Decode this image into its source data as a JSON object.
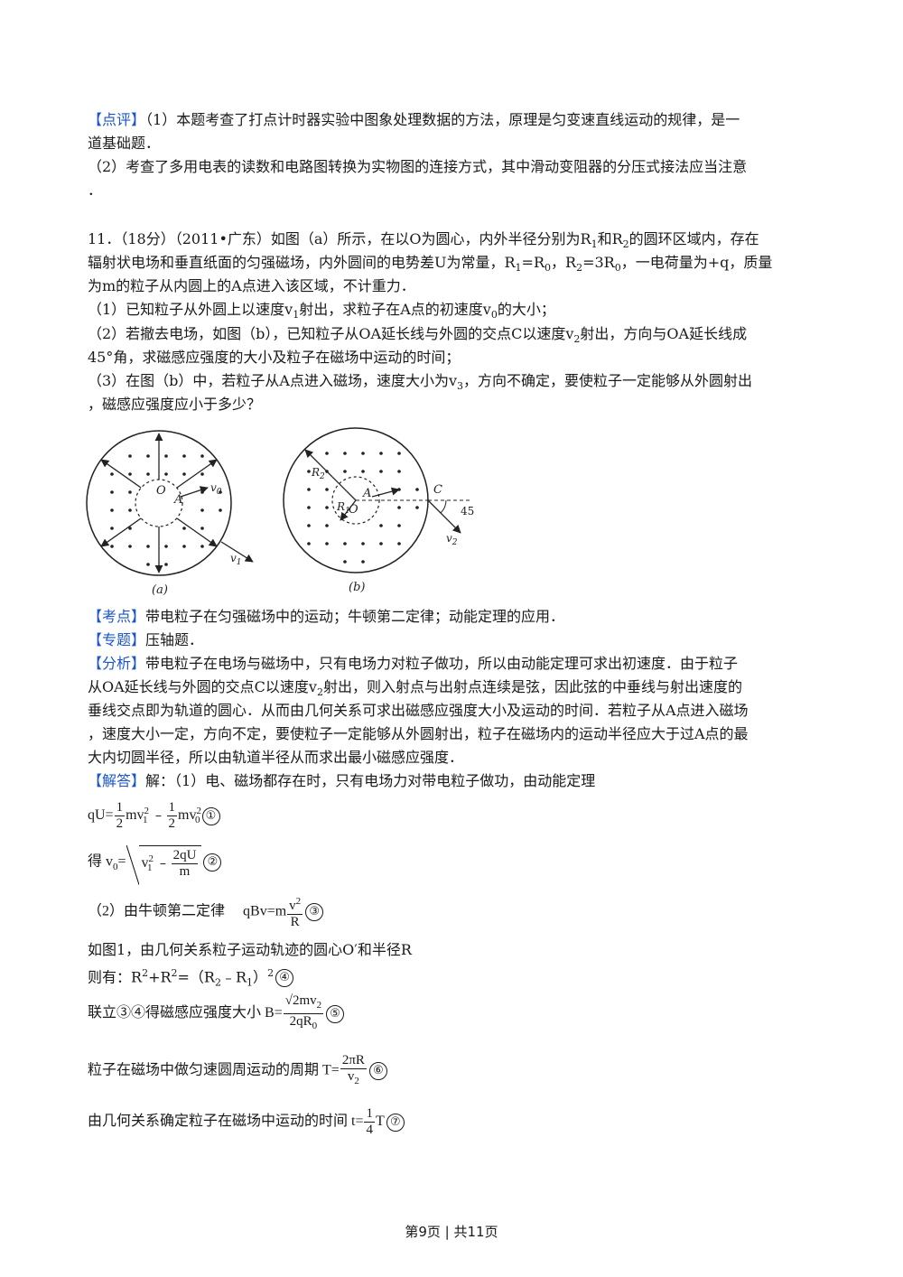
{
  "review": {
    "tag": "【点评】",
    "line1": "（1）本题考查了打点计时器实验中图象处理数据的方法，原理是匀变速直线运动的规律，是一",
    "line2": "道基础题．",
    "line3": "（2）考查了多用电表的读数和电路图转换为实物图的连接方式，其中滑动变阻器的分压式接法应当注意",
    "line4": "．"
  },
  "problem": {
    "number": "11．（18分）（2011•广东）如图（a）所示，在以O为圆心，内外半径分别为R",
    "l1_b": "和R",
    "l1_c": "的圆环区域内，存在",
    "line2a": "辐射状电场和垂直纸面的匀强磁场，内外圆间的电势差U为常量，R",
    "line2b": "=R",
    "line2c": "，R",
    "line2d": "=3R",
    "line2e": "，一电荷量为+q，质量",
    "line3": "为m的粒子从内圆上的A点进入该区域，不计重力．",
    "q1a": "（1）已知粒子从外圆上以速度v",
    "q1b": "射出，求粒子在A点的初速度v",
    "q1c": "的大小；",
    "q2a": "（2）若撤去电场，如图（b），已知粒子从OA延长线与外圆的交点C以速度v",
    "q2b": "射出，方向与OA延长线成",
    "q2c": "45°角，求磁感应强度的大小及粒子在磁场中运动的时间；",
    "q3a": "（3）在图（b）中，若粒子从A点进入磁场，速度大小为v",
    "q3b": "，方向不确定，要使粒子一定能够从外圆射出",
    "q3c": "，磁感应强度应小于多少？"
  },
  "figure": {
    "a_label": "(a)",
    "b_label": "(b)",
    "O": "O",
    "A": "A",
    "C": "C",
    "v0": "v",
    "v1": "v",
    "v2": "v",
    "R1": "R",
    "R2": "R",
    "angle": "45"
  },
  "analysis": {
    "kaodian_tag": "【考点】",
    "kaodian": "带电粒子在匀强磁场中的运动；牛顿第二定律；动能定理的应用．",
    "zhuanti_tag": "【专题】",
    "zhuanti": "压轴题．",
    "fenxi_tag": "【分析】",
    "fenxi1": "带电粒子在电场与磁场中，只有电场力对粒子做功，所以由动能定理可求出初速度．由于粒子",
    "fenxi2a": "从OA延长线与外圆的交点C以速度v",
    "fenxi2b": "射出，则入射点与出射点连续是弦，因此弦的中垂线与射出速度的",
    "fenxi3": "垂线交点即为轨道的圆心．从而由几何关系可求出磁感应强度大小及运动的时间．若粒子从A点进入磁场",
    "fenxi4": "，速度大小一定，方向不定，要使粒子一定能够从外圆射出，粒子在磁场内的运动半径应大于过A点的最",
    "fenxi5": "大内切圆半径，所以由轨道半径从而求出最小磁感应强度．",
    "jieda_tag": "【解答】",
    "jieda": "解：（1）电、磁场都存在时，只有电场力对带电粒子做功，由动能定理"
  },
  "solution": {
    "eq1_left": "qU=",
    "eq2_prefix": "得",
    "part2": "（2）由牛顿第二定律",
    "fig1": "如图1，由几何关系粒子运动轨迹的圆心O′和半径R",
    "zeyou": "则有：R",
    "zeyou_b": "+R",
    "zeyou_c": "=（R",
    "zeyou_d": "﹣R",
    "zeyou_e": "）",
    "lianli": "联立③④得磁感应强度大小",
    "period": "粒子在磁场中做匀速圆周运动的周期",
    "time": "由几何关系确定粒子在磁场中运动的时间",
    "circles": [
      "①",
      "②",
      "③",
      "④",
      "⑤",
      "⑥",
      "⑦"
    ]
  },
  "footer": {
    "text": "第9页 | 共11页"
  }
}
